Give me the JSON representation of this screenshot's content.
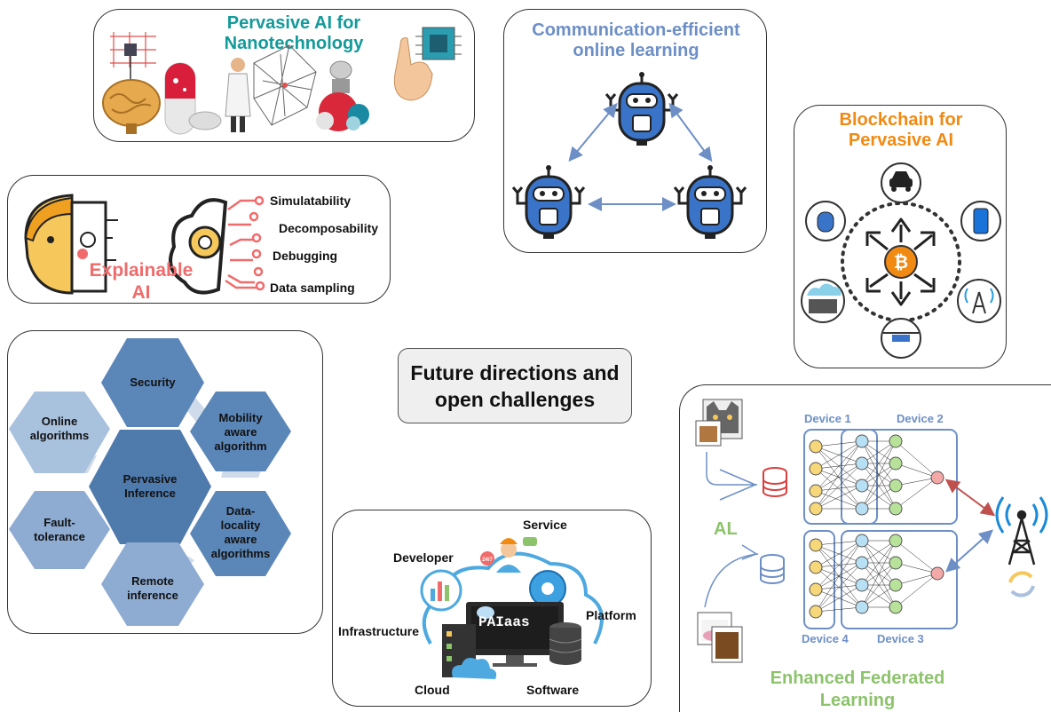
{
  "center": {
    "line1": "Future directions and",
    "line2": "open challenges"
  },
  "nano": {
    "title1": "Pervasive AI for",
    "title2": "Nanotechnology"
  },
  "comm": {
    "title1": "Communication-efficient",
    "title2": "online learning"
  },
  "blockchain": {
    "title1": "Blockchain for",
    "title2": "Pervasive AI"
  },
  "xai": {
    "title1": "Explainable",
    "title2": "AI",
    "items": [
      "Simulatability",
      "Decomposability",
      "Debugging",
      "Data sampling"
    ]
  },
  "hexes": {
    "security": "Security",
    "online": [
      "Online",
      "algorithms"
    ],
    "mobility": [
      "Mobility",
      "aware",
      "algorithm"
    ],
    "pervasive": [
      "Pervasive",
      "Inference"
    ],
    "fault": [
      "Fault-",
      "tolerance"
    ],
    "data": [
      "Data-",
      "locality",
      "aware",
      "algorithms"
    ],
    "remote": [
      "Remote",
      "inference"
    ]
  },
  "paiaas": {
    "screen": "PAIaas",
    "badge": "24/7",
    "service": "Service",
    "developer": "Developer",
    "platform": "Platform",
    "infrastructure": "Infrastructure",
    "cloud": "Cloud",
    "software": "Software"
  },
  "fed": {
    "device1": "Device 1",
    "device2": "Device 2",
    "device3": "Device 3",
    "device4": "Device 4",
    "al": "AL",
    "title1": "Enhanced Federated",
    "title2": "Learning"
  },
  "colors": {
    "teal": "#139a9a",
    "blue": "#6d8fc6",
    "orange": "#f08a12",
    "red": "#f06b6b",
    "green": "#8cc36b"
  }
}
